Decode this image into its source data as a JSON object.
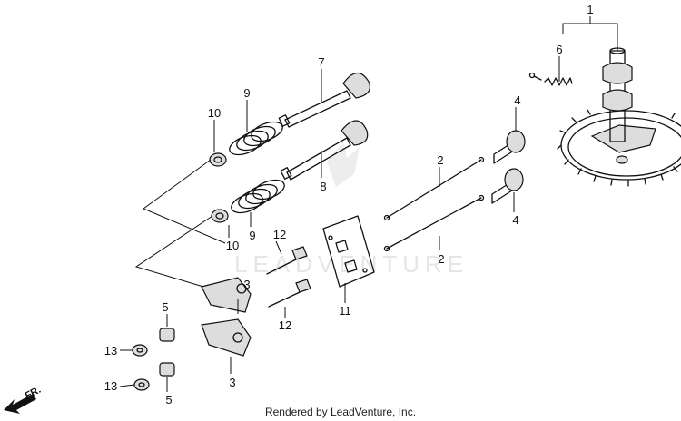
{
  "labels": {
    "l1": "1",
    "l6": "6",
    "l7": "7",
    "l9a": "9",
    "l10a": "10",
    "l8": "8",
    "l9b": "9",
    "l10b": "10",
    "l4a": "4",
    "l4b": "4",
    "l2a": "2",
    "l2b": "2",
    "l12a": "12",
    "l12b": "12",
    "l11": "11",
    "l3a": "3",
    "l3b": "3",
    "l5a": "5",
    "l5b": "5",
    "l13a": "13",
    "l13b": "13"
  },
  "direction": "FR.",
  "watermark": "LEADVENTURE",
  "footer": "Rendered by LeadVenture, Inc."
}
